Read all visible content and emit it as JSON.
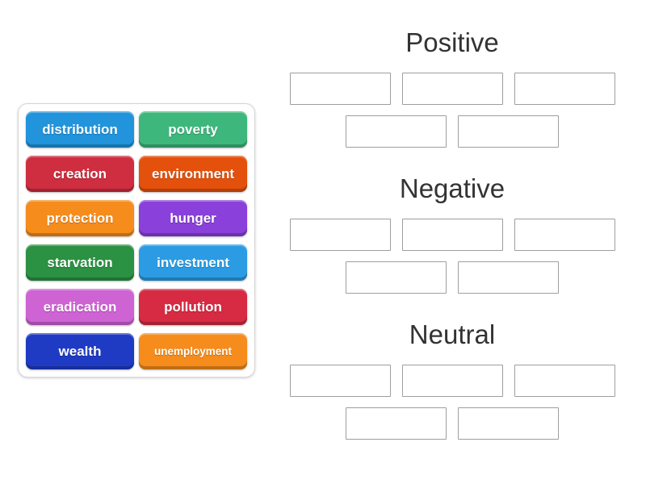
{
  "activity": {
    "type_label": "group-sort",
    "background": "#ffffff",
    "title_color": "#333333",
    "slot_border_color": "#9e9e9e"
  },
  "word_pool": {
    "tiles": [
      {
        "label": "distribution",
        "color": "#2194dc"
      },
      {
        "label": "poverty",
        "color": "#3eb77c"
      },
      {
        "label": "creation",
        "color": "#ce2e3f"
      },
      {
        "label": "environment",
        "color": "#e4510d"
      },
      {
        "label": "protection",
        "color": "#f68c1c"
      },
      {
        "label": "hunger",
        "color": "#8a40da"
      },
      {
        "label": "starvation",
        "color": "#2b9143"
      },
      {
        "label": "investment",
        "color": "#2b9ce4"
      },
      {
        "label": "eradication",
        "color": "#ce63d4"
      },
      {
        "label": "pollution",
        "color": "#d62b42"
      },
      {
        "label": "wealth",
        "color": "#1f3bc4"
      },
      {
        "label": "unemployment",
        "color": "#f68c1c"
      }
    ]
  },
  "groups": [
    {
      "title": "Positive",
      "slot_rows": [
        3,
        2
      ],
      "slot_count": 5
    },
    {
      "title": "Negative",
      "slot_rows": [
        3,
        2
      ],
      "slot_count": 5
    },
    {
      "title": "Neutral",
      "slot_rows": [
        3,
        2
      ],
      "slot_count": 5
    }
  ]
}
